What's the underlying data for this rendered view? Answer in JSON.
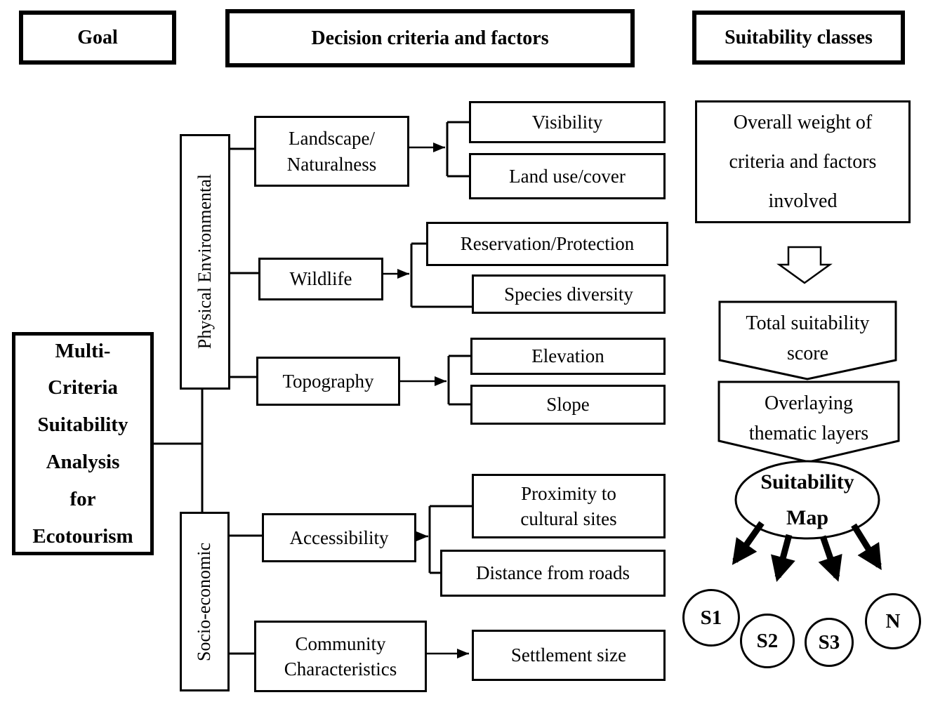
{
  "headers": {
    "goal": "Goal",
    "decision": "Decision criteria and factors",
    "suitability": "Suitability classes"
  },
  "goal_box": {
    "lines": [
      "Multi-",
      "Criteria",
      "Suitability",
      "Analysis",
      "for",
      "Ecotourism"
    ]
  },
  "categories": {
    "physical": "Physical Environmental",
    "socio": "Socio-economic"
  },
  "criteria": {
    "landscape": [
      "Landscape/",
      "Naturalness"
    ],
    "wildlife": "Wildlife",
    "topography": "Topography",
    "accessibility": "Accessibility",
    "community": [
      "Community",
      "Characteristics"
    ]
  },
  "factors": {
    "visibility": "Visibility",
    "landuse": "Land use/cover",
    "reservation": "Reservation/Protection",
    "species": "Species diversity",
    "elevation": "Elevation",
    "slope": "Slope",
    "proximity": [
      "Proximity to",
      "cultural sites"
    ],
    "distance": "Distance from roads",
    "settlement": "Settlement size"
  },
  "flow": {
    "overall_weight": [
      "Overall weight of",
      "criteria and factors",
      "involved"
    ],
    "total_score": [
      "Total suitability",
      "score"
    ],
    "overlay": [
      "Overlaying",
      "thematic layers"
    ],
    "map": [
      "Suitability",
      "Map"
    ],
    "classes": [
      "S1",
      "S2",
      "S3",
      "N"
    ]
  },
  "colors": {
    "ink": "#000000",
    "paper": "#ffffff"
  }
}
